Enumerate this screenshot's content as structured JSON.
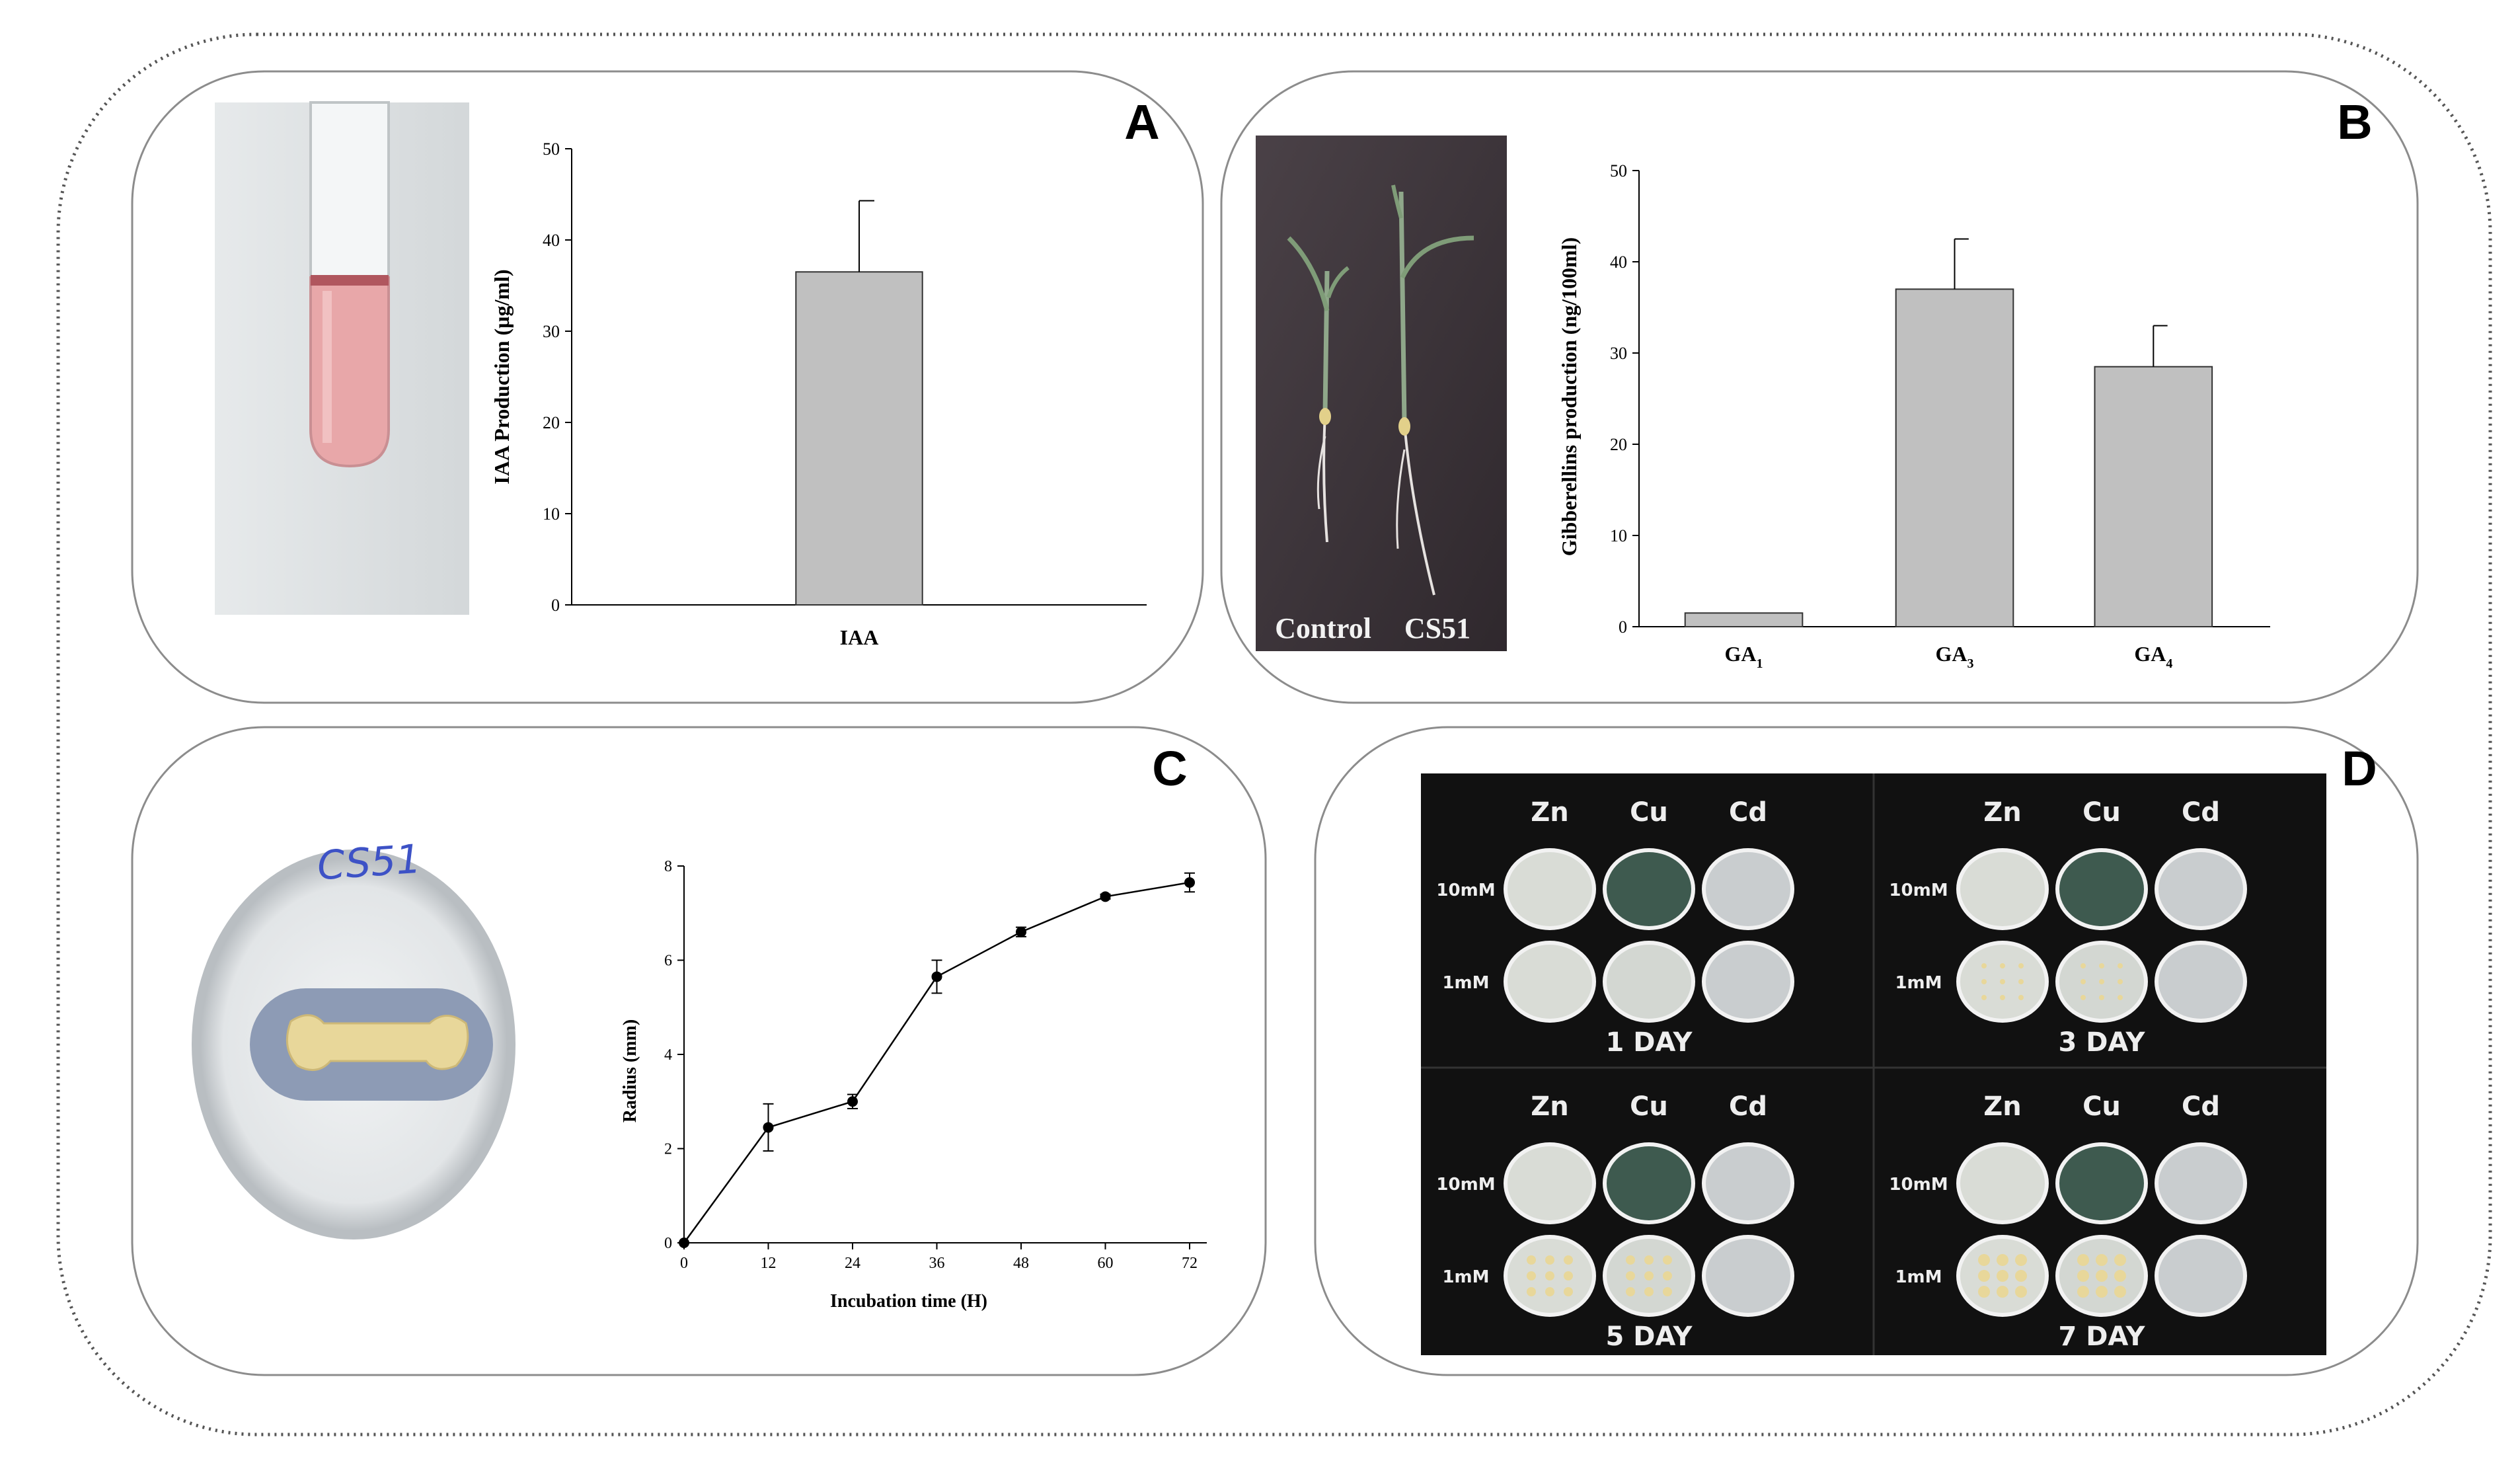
{
  "panels": {
    "A": {
      "letter": "A"
    },
    "B": {
      "letter": "B"
    },
    "C": {
      "letter": "C"
    },
    "D": {
      "letter": "D"
    }
  },
  "photos": {
    "B": {
      "labels": [
        "Control",
        "CS51"
      ]
    },
    "C": {
      "plate_label": "CS51"
    },
    "D": {
      "metals": [
        "Zn",
        "Cu",
        "Cd"
      ],
      "concentrations": [
        "10mM",
        "1mM"
      ],
      "days": [
        "1 DAY",
        "3 DAY",
        "5 DAY",
        "7 DAY"
      ]
    }
  },
  "colors": {
    "bar_fill": "#c0c0c0",
    "bar_stroke": "#333333",
    "frame": "#555555",
    "panel_border": "#888888",
    "iaa_solution": "#e8a7a9",
    "halo": "#8d9bb5",
    "colony": "#e8d79a",
    "cu_plate": "#3e5a4f",
    "dark_background": "#111111"
  },
  "chart_data": [
    {
      "type": "bar",
      "panel": "A",
      "categories": [
        "IAA"
      ],
      "values": [
        36.5
      ],
      "errors": [
        7.8
      ],
      "ylabel": "IAA Production (µg/ml)",
      "ylim": [
        0,
        50
      ],
      "yticks": [
        "0",
        "10",
        "20",
        "30",
        "40",
        "50"
      ]
    },
    {
      "type": "bar",
      "panel": "B",
      "categories": [
        "GA",
        "GA",
        "GA"
      ],
      "category_subscripts": [
        "1",
        "3",
        "4"
      ],
      "values": [
        1.5,
        37.0,
        28.5
      ],
      "errors": [
        0,
        5.5,
        4.5
      ],
      "ylabel": "Gibberellins production (ng/100ml)",
      "ylim": [
        0,
        50
      ],
      "yticks": [
        "0",
        "10",
        "20",
        "30",
        "40",
        "50"
      ]
    },
    {
      "type": "line",
      "panel": "C",
      "x": [
        0,
        12,
        24,
        36,
        48,
        60,
        72
      ],
      "values": [
        0,
        2.45,
        3.0,
        5.65,
        6.6,
        7.35,
        7.65
      ],
      "errors": [
        0,
        0.5,
        0.15,
        0.35,
        0.1,
        0.05,
        0.2
      ],
      "xlabel": "Incubation time (H)",
      "ylabel": "Radius (mm)",
      "xlim": [
        0,
        72
      ],
      "ylim": [
        0,
        8
      ],
      "xticks": [
        "0",
        "12",
        "24",
        "36",
        "48",
        "60",
        "72"
      ],
      "yticks": [
        "0",
        "2",
        "4",
        "6",
        "8"
      ]
    }
  ]
}
